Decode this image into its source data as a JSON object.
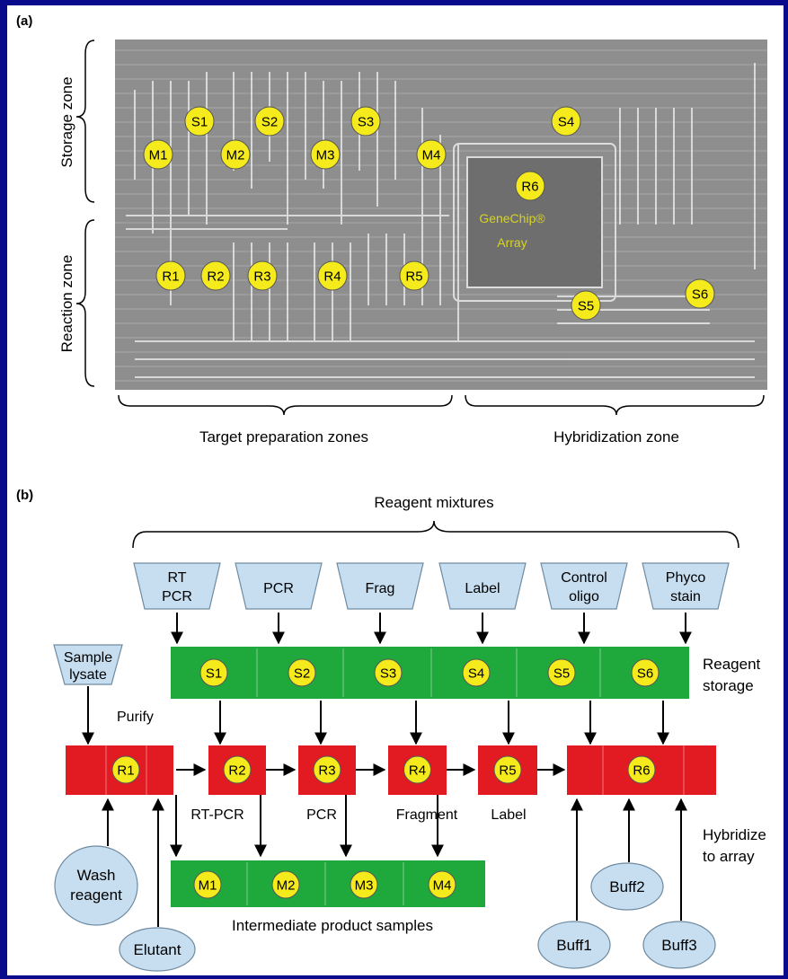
{
  "panel_a": {
    "label": "(a)",
    "zone_left_top": "Storage zone",
    "zone_left_bottom": "Reaction zone",
    "zone_bottom_left": "Target preparation zones",
    "zone_bottom_right": "Hybridization zone",
    "array_label_line1": "GeneChip®",
    "array_label_line2": "Array",
    "markers": [
      "S1",
      "S2",
      "S3",
      "S4",
      "M1",
      "M2",
      "M3",
      "M4",
      "R6",
      "R1",
      "R2",
      "R3",
      "R4",
      "R5",
      "S5",
      "S6"
    ]
  },
  "panel_b": {
    "label": "(b)",
    "reagent_mixtures_title": "Reagent mixtures",
    "reagents": [
      {
        "line1": "RT",
        "line2": "PCR"
      },
      {
        "line1": "PCR",
        "line2": ""
      },
      {
        "line1": "Frag",
        "line2": ""
      },
      {
        "line1": "Label",
        "line2": ""
      },
      {
        "line1": "Control",
        "line2": "oligo"
      },
      {
        "line1": "Phyco",
        "line2": "stain"
      }
    ],
    "sample": {
      "line1": "Sample",
      "line2": "lysate"
    },
    "purify": "Purify",
    "storage_cells": [
      "S1",
      "S2",
      "S3",
      "S4",
      "S5",
      "S6"
    ],
    "reagent_storage_line1": "Reagent",
    "reagent_storage_line2": "storage",
    "reactors": [
      "R1",
      "R2",
      "R3",
      "R4",
      "R5",
      "R6"
    ],
    "step_labels": [
      "RT-PCR",
      "PCR",
      "Fragment",
      "Label"
    ],
    "hybridize_line1": "Hybridize",
    "hybridize_line2": "to array",
    "intermediate_cells": [
      "M1",
      "M2",
      "M3",
      "M4"
    ],
    "intermediate_label": "Intermediate product samples",
    "wash": {
      "line1": "Wash",
      "line2": "reagent"
    },
    "elutant": "Elutant",
    "buffers": [
      "Buff1",
      "Buff2",
      "Buff3"
    ]
  },
  "colors": {
    "background": "#0a0a8c",
    "panel": "#ffffff",
    "green": "#1fa83c",
    "red": "#e21b22",
    "yellow_marker": "#f5ea1c",
    "light_blue": "#c6def0"
  }
}
